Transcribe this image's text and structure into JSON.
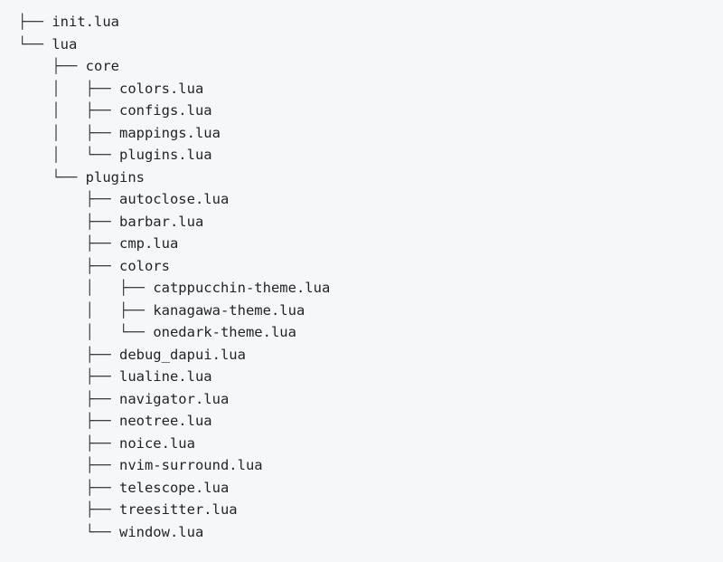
{
  "tree": {
    "lines": [
      {
        "prefix": "├── ",
        "name": "init.lua"
      },
      {
        "prefix": "└── ",
        "name": "lua"
      },
      {
        "prefix": "    ├── ",
        "name": "core"
      },
      {
        "prefix": "    │   ├── ",
        "name": "colors.lua"
      },
      {
        "prefix": "    │   ├── ",
        "name": "configs.lua"
      },
      {
        "prefix": "    │   ├── ",
        "name": "mappings.lua"
      },
      {
        "prefix": "    │   └── ",
        "name": "plugins.lua"
      },
      {
        "prefix": "    └── ",
        "name": "plugins"
      },
      {
        "prefix": "        ├── ",
        "name": "autoclose.lua"
      },
      {
        "prefix": "        ├── ",
        "name": "barbar.lua"
      },
      {
        "prefix": "        ├── ",
        "name": "cmp.lua"
      },
      {
        "prefix": "        ├── ",
        "name": "colors"
      },
      {
        "prefix": "        │   ├── ",
        "name": "catppucchin-theme.lua"
      },
      {
        "prefix": "        │   ├── ",
        "name": "kanagawa-theme.lua"
      },
      {
        "prefix": "        │   └── ",
        "name": "onedark-theme.lua"
      },
      {
        "prefix": "        ├── ",
        "name": "debug_dapui.lua"
      },
      {
        "prefix": "        ├── ",
        "name": "lualine.lua"
      },
      {
        "prefix": "        ├── ",
        "name": "navigator.lua"
      },
      {
        "prefix": "        ├── ",
        "name": "neotree.lua"
      },
      {
        "prefix": "        ├── ",
        "name": "noice.lua"
      },
      {
        "prefix": "        ├── ",
        "name": "nvim-surround.lua"
      },
      {
        "prefix": "        ├── ",
        "name": "telescope.lua"
      },
      {
        "prefix": "        ├── ",
        "name": "treesitter.lua"
      },
      {
        "prefix": "        └── ",
        "name": "window.lua"
      }
    ]
  }
}
